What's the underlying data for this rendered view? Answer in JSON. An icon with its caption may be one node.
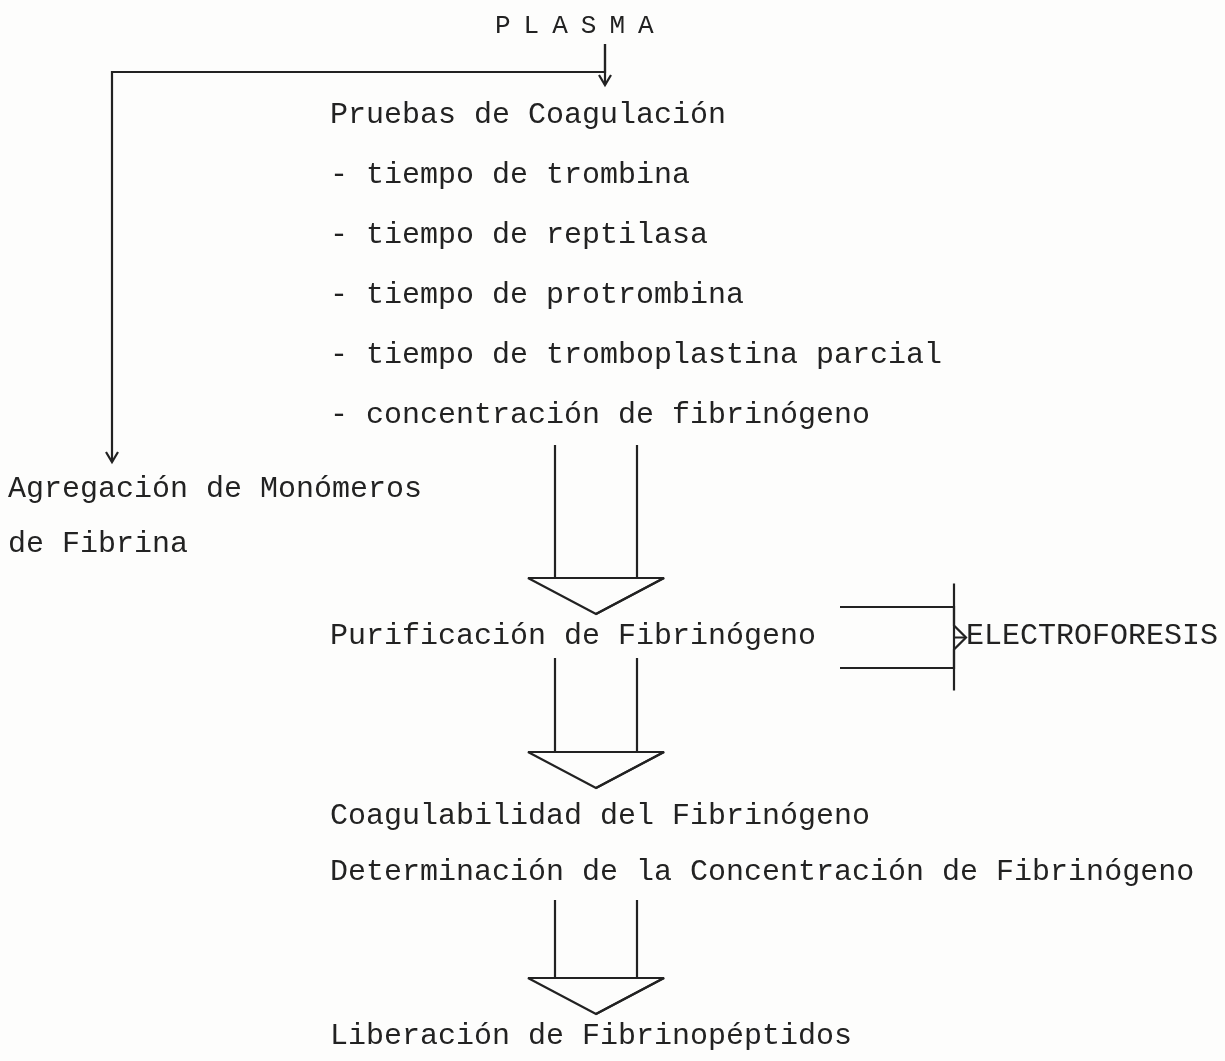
{
  "diagram": {
    "nodes": [
      {
        "text": [
          "PLASMA"
        ]
      },
      {
        "text": [
          "Pruebas de Coagulación",
          "- tiempo de trombina",
          "- tiempo de reptilasa",
          "- tiempo de protrombina",
          "- tiempo de tromboplastina parcial",
          "- concentración de fibrinógeno"
        ]
      },
      {
        "text": [
          "Agregación de Monómeros de Fibrina"
        ]
      },
      {
        "text": [
          "Purificación de Fibrinógeno"
        ]
      },
      {
        "text": [
          "ELECTROFORESIS"
        ]
      },
      {
        "text": [
          "Coagulabilidad del Fibrinógeno",
          "Determinación de la Concentración de Fibrinógeno"
        ]
      },
      {
        "text": [
          "Liberación de Fibrinopéptidos"
        ]
      }
    ],
    "edges": [
      {
        "from": 0,
        "to": 1,
        "arrow": "to"
      },
      {
        "from": 0,
        "to": 2,
        "arrow": "to"
      },
      {
        "from": 1,
        "to": 3,
        "arrow": "to"
      },
      {
        "from": 3,
        "to": 4,
        "arrow": "other"
      },
      {
        "from": 3,
        "to": 5,
        "arrow": "to"
      },
      {
        "from": 5,
        "to": 6,
        "arrow": "to"
      }
    ]
  }
}
